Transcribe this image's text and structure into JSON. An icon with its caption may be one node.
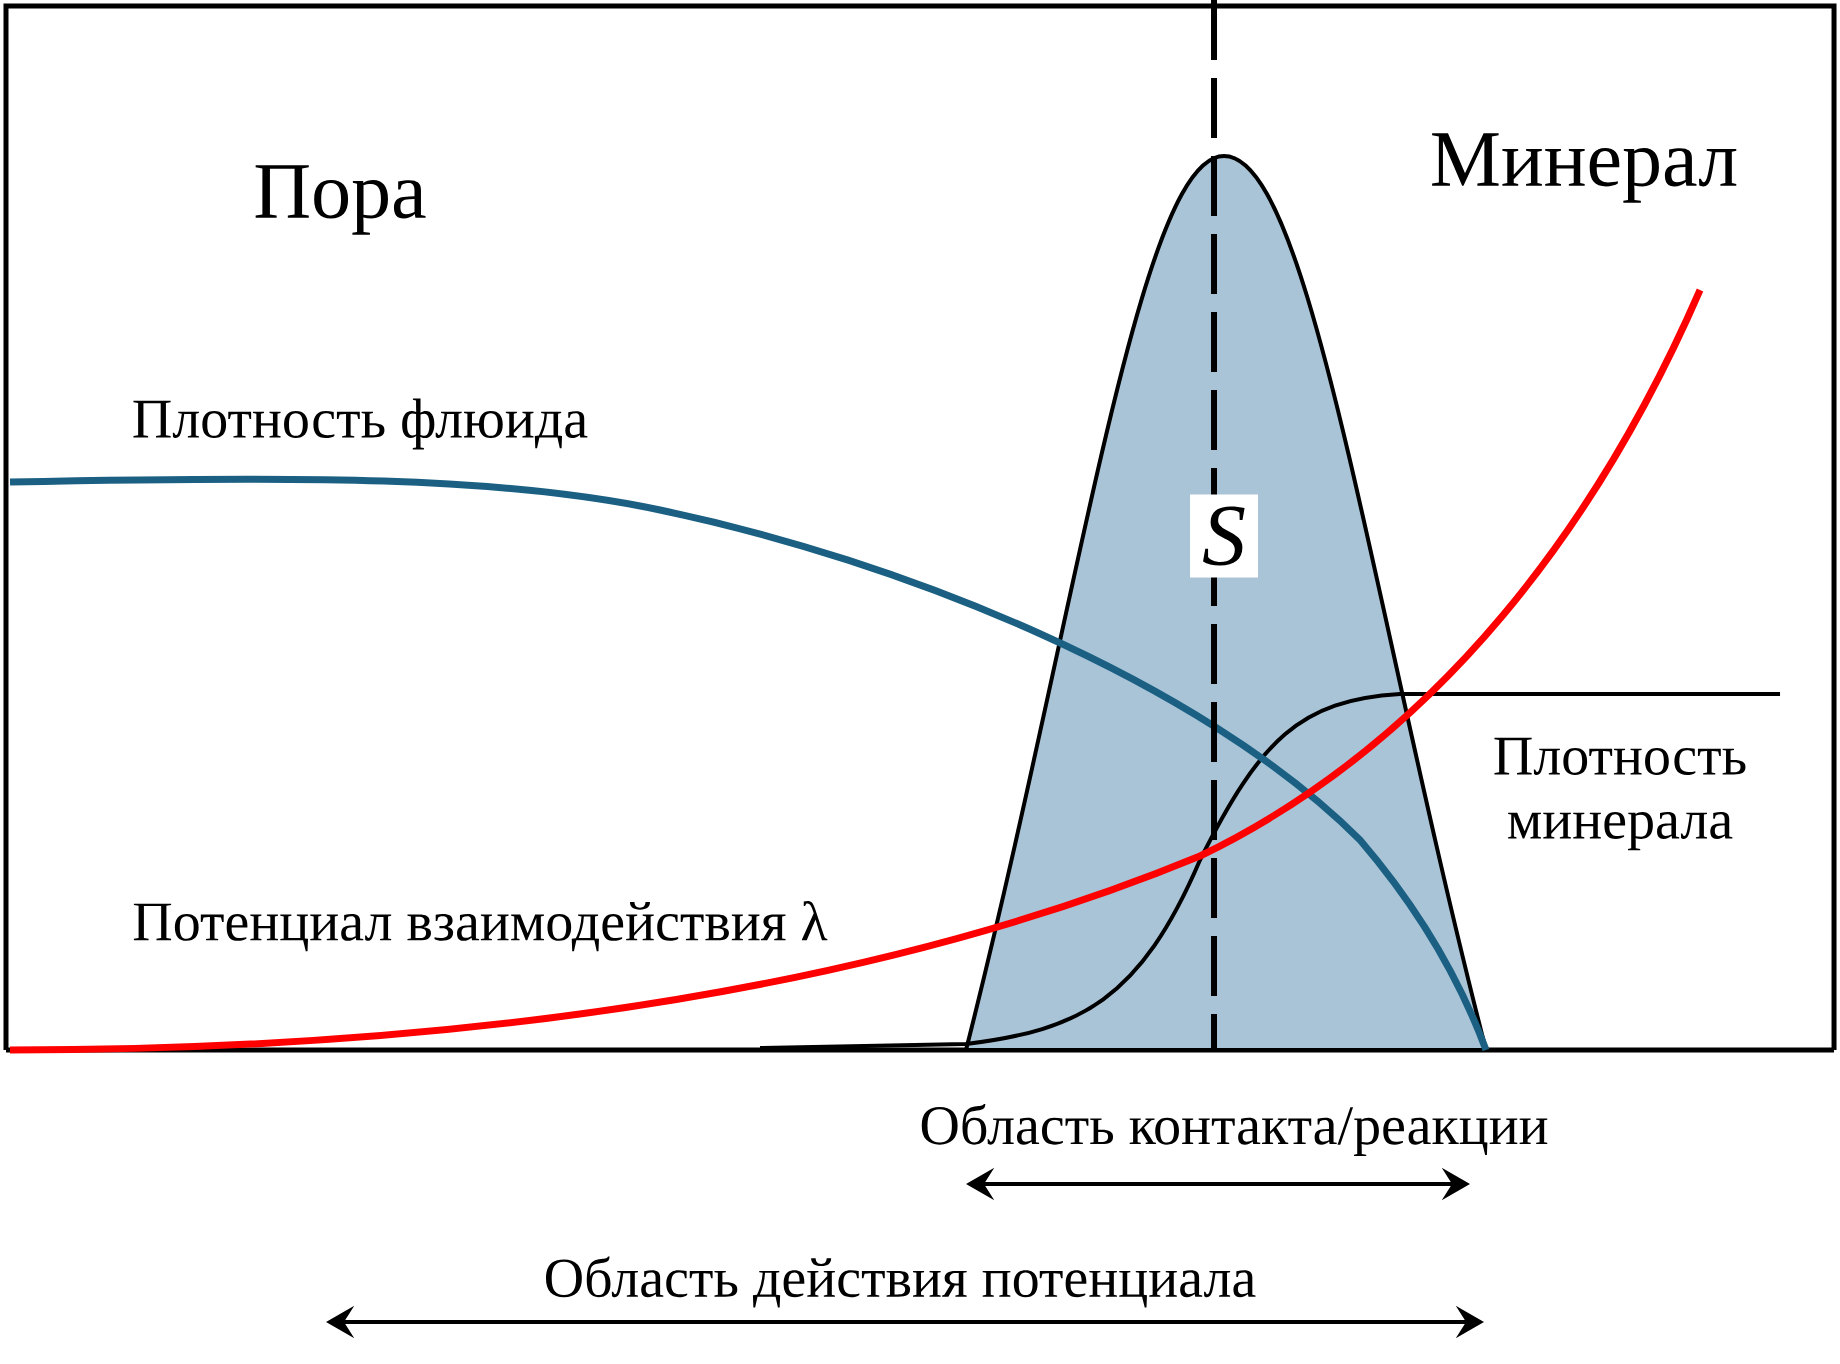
{
  "diagram": {
    "labels": [
      "Пора",
      "Минерал",
      "Плотность флюида",
      "S",
      "Плотность минерала",
      "Потенциал взаимодействия λ",
      "Область контакта/реакции",
      "Область действия потенциала"
    ]
  }
}
